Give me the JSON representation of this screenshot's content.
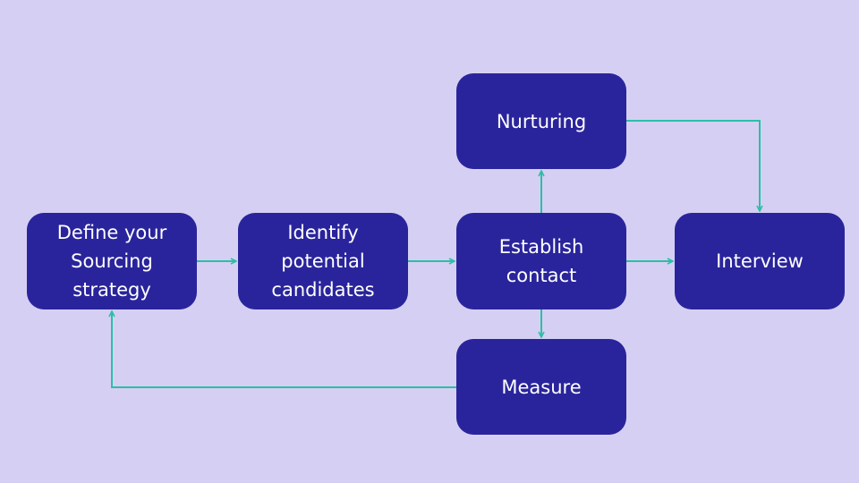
{
  "diagram": {
    "colors": {
      "background": "#d5d0f3",
      "node_fill": "#2a249c",
      "node_text": "#ffffff",
      "connector": "#2bbfa6"
    },
    "nodes": {
      "define": "Define your\nSourcing\nstrategy",
      "identify": "Identify\npotential\ncandidates",
      "establish": "Establish\ncontact",
      "interview": "Interview",
      "nurturing": "Nurturing",
      "measure": "Measure"
    },
    "edges": [
      {
        "from": "Define your Sourcing strategy",
        "to": "Identify potential candidates"
      },
      {
        "from": "Identify potential candidates",
        "to": "Establish contact"
      },
      {
        "from": "Establish contact",
        "to": "Interview"
      },
      {
        "from": "Establish contact",
        "to": "Nurturing"
      },
      {
        "from": "Establish contact",
        "to": "Measure"
      },
      {
        "from": "Nurturing",
        "to": "Interview"
      },
      {
        "from": "Measure",
        "to": "Define your Sourcing strategy"
      }
    ]
  }
}
